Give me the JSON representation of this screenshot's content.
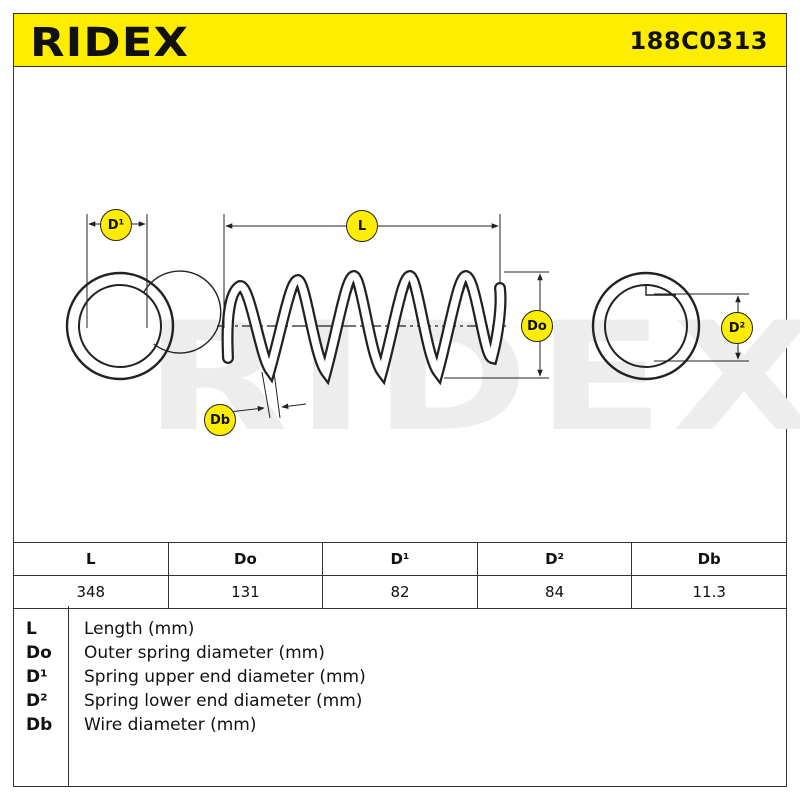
{
  "header": {
    "brand": "RIDEX",
    "part_number": "188C0313"
  },
  "diagram": {
    "watermark": "RIDEX",
    "labels": {
      "d1": "D¹",
      "length": "L",
      "outer_diameter": "Do",
      "d2": "D²",
      "wire": "Db"
    }
  },
  "spec_table": {
    "headers": [
      "L",
      "Do",
      "D¹",
      "D²",
      "Db"
    ],
    "values": [
      "348",
      "131",
      "82",
      "84",
      "11.3"
    ]
  },
  "legend": [
    {
      "key": "L",
      "desc": "Length (mm)"
    },
    {
      "key": "Do",
      "desc": "Outer spring diameter (mm)"
    },
    {
      "key": "D¹",
      "desc": "Spring upper end diameter (mm)"
    },
    {
      "key": "D²",
      "desc": "Spring lower end diameter (mm)"
    },
    {
      "key": "Db",
      "desc": "Wire diameter (mm)"
    }
  ],
  "colors": {
    "accent_yellow": "#ffed00",
    "line": "#222222",
    "watermark": "#ededed"
  }
}
